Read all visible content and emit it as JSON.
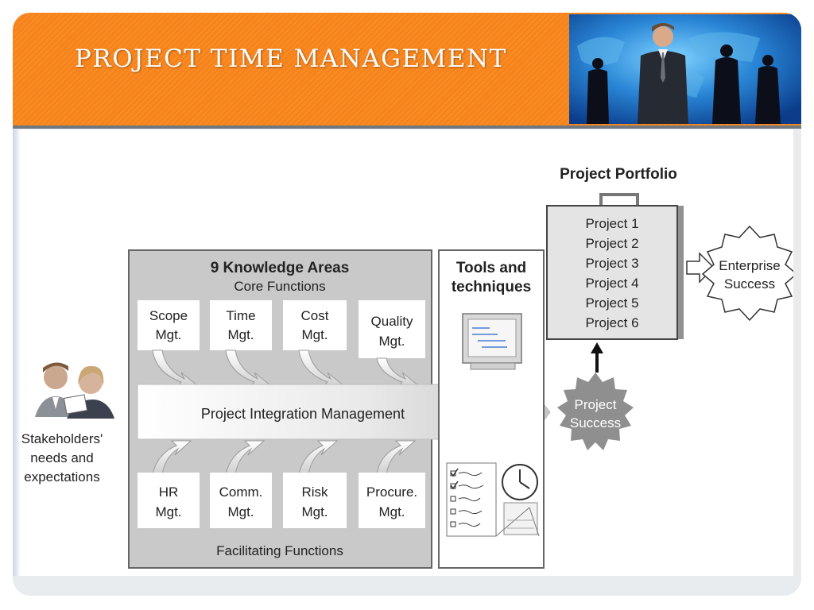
{
  "slide": {
    "title": "Project  Time Management"
  },
  "diagram": {
    "stakeholders": {
      "lines": [
        "Stakeholders'",
        "needs and",
        "expectations"
      ]
    },
    "knowledge_areas": {
      "heading": "9 Knowledge Areas",
      "core_label": "Core Functions",
      "facilitating_label": "Facilitating Functions",
      "core": [
        {
          "line1": "Scope",
          "line2": "Mgt."
        },
        {
          "line1": "Time",
          "line2": "Mgt."
        },
        {
          "line1": "Cost",
          "line2": "Mgt."
        },
        {
          "line1": "Quality",
          "line2": "Mgt."
        }
      ],
      "facilitating": [
        {
          "line1": "HR",
          "line2": "Mgt."
        },
        {
          "line1": "Comm.",
          "line2": "Mgt."
        },
        {
          "line1": "Risk",
          "line2": "Mgt."
        },
        {
          "line1": "Procure.",
          "line2": "Mgt."
        }
      ],
      "integration": "Project Integration Management"
    },
    "tools": {
      "line1": "Tools and",
      "line2": "techniques"
    },
    "portfolio": {
      "heading": "Project Portfolio",
      "projects": [
        "Project 1",
        "Project 2",
        "Project 3",
        "Project 4",
        "Project 5",
        "Project 6"
      ]
    },
    "project_success": {
      "line1": "Project",
      "line2": "Success"
    },
    "enterprise_success": {
      "line1": "Enterprise",
      "line2": "Success"
    }
  }
}
